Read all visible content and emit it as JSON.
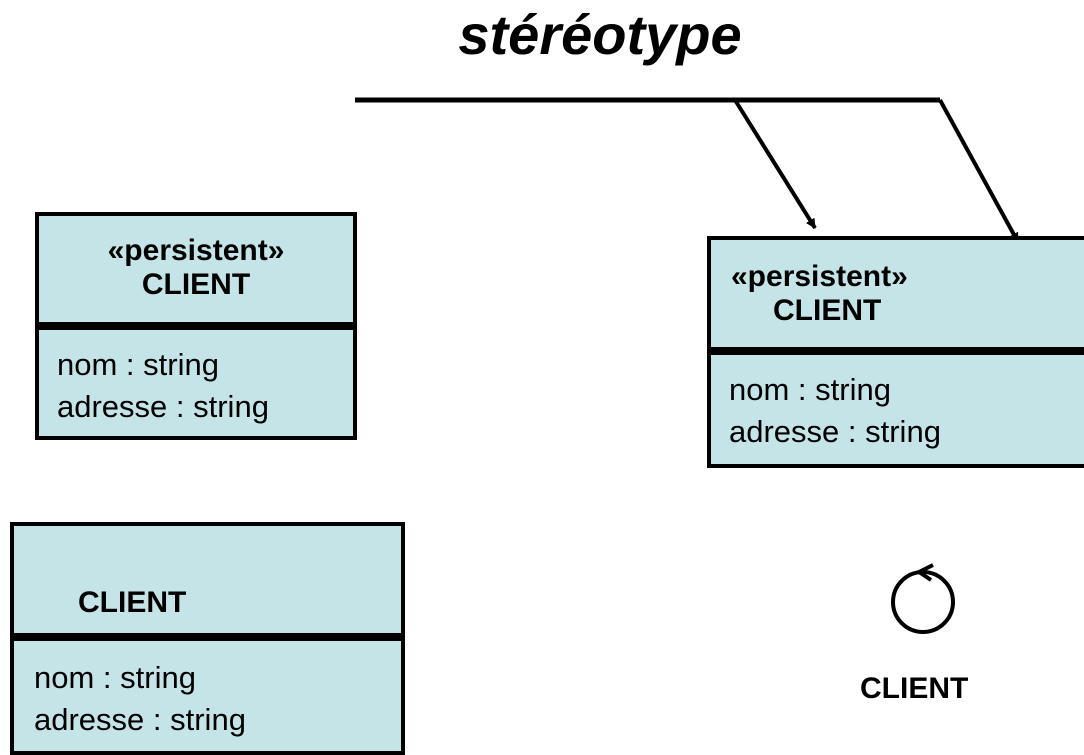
{
  "title": "stéréotype",
  "stereotype": "«persistent»",
  "class_name": "CLIENT",
  "attributes": [
    "nom : string",
    "adresse : string"
  ]
}
